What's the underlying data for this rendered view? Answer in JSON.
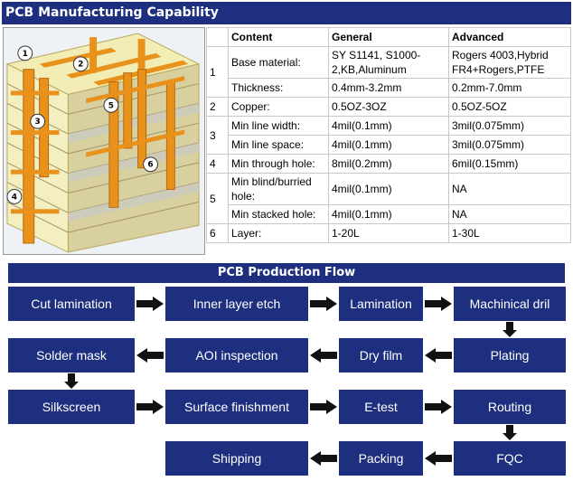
{
  "title": "PCB Manufacturing Capability",
  "table": {
    "headers": [
      "",
      "Content",
      "General",
      "Advanced"
    ],
    "rows": [
      {
        "num": "1",
        "content": "Base material:",
        "general": "SY S1141, S1000-2,KB,Aluminum",
        "advanced": "Rogers 4003,Hybrid FR4+Rogers,PTFE"
      },
      {
        "num": "",
        "content": "Thickness:",
        "general": "0.4mm-3.2mm",
        "advanced": "0.2mm-7.0mm"
      },
      {
        "num": "2",
        "content": "Copper:",
        "general": "0.5OZ-3OZ",
        "advanced": "0.5OZ-5OZ"
      },
      {
        "num": "3",
        "content": "Min line width:",
        "general": "4mil(0.1mm)",
        "advanced": "3mil(0.075mm)"
      },
      {
        "num": "",
        "content": "Min line space:",
        "general": "4mil(0.1mm)",
        "advanced": "3mil(0.075mm)"
      },
      {
        "num": "4",
        "content": "Min through hole:",
        "general": "8mil(0.2mm)",
        "advanced": "6mil(0.15mm)"
      },
      {
        "num": "5",
        "content": "Min blind/burried hole:",
        "general": "4mil(0.1mm)",
        "advanced": "NA"
      },
      {
        "num": "",
        "content": "Min stacked hole:",
        "general": "4mil(0.1mm)",
        "advanced": "NA"
      },
      {
        "num": "6",
        "content": "Layer:",
        "general": "1-20L",
        "advanced": "1-30L"
      }
    ]
  },
  "image_labels": [
    "1",
    "2",
    "3",
    "4",
    "5",
    "6"
  ],
  "flow": {
    "title": "PCB Production Flow",
    "steps": {
      "cut_lamination": "Cut lamination",
      "inner_layer_etch": "Inner layer etch",
      "lamination": "Lamination",
      "mechanical_drill": "Machinical dril",
      "plating": "Plating",
      "dry_film": "Dry film",
      "aoi_inspection": "AOI inspection",
      "solder_mask": "Solder mask",
      "silkscreen": "Silkscreen",
      "surface_finishment": "Surface finishment",
      "e_test": "E-test",
      "routing": "Routing",
      "fqc": "FQC",
      "packing": "Packing",
      "shipping": "Shipping"
    }
  },
  "colors": {
    "navy": "#1d2f7e",
    "copper": "#e8921c",
    "board": "#f3efc0"
  }
}
